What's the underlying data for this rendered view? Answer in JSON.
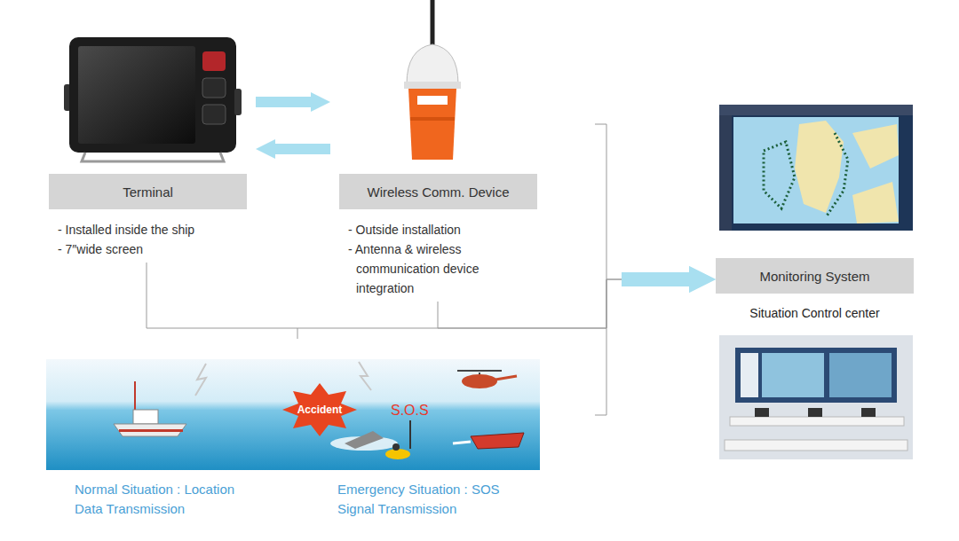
{
  "diagram": {
    "nodes": [
      {
        "text": [
          "Terminal",
          "- Installed inside the ship",
          "- 7″wide screen"
        ]
      },
      {
        "text": [
          "Wireless Comm. Device",
          "- Outside installation",
          "- Antenna & wireless communication device integration"
        ]
      },
      {
        "text": [
          "Monitoring System",
          "Situation Control center"
        ]
      }
    ],
    "edges": [
      {
        "from": 0,
        "to": 1,
        "arrow": "to"
      },
      {
        "from": 1,
        "to": 0,
        "arrow": "to"
      },
      {
        "from": 0,
        "to": 2,
        "arrow": "to"
      },
      {
        "from": 1,
        "to": 2,
        "arrow": "to"
      }
    ],
    "labels": [
      "Accident",
      "S.O.S",
      "Normal Situation : Location Data Transmission",
      "Emergency Situation : SOS Signal Transmission"
    ]
  }
}
